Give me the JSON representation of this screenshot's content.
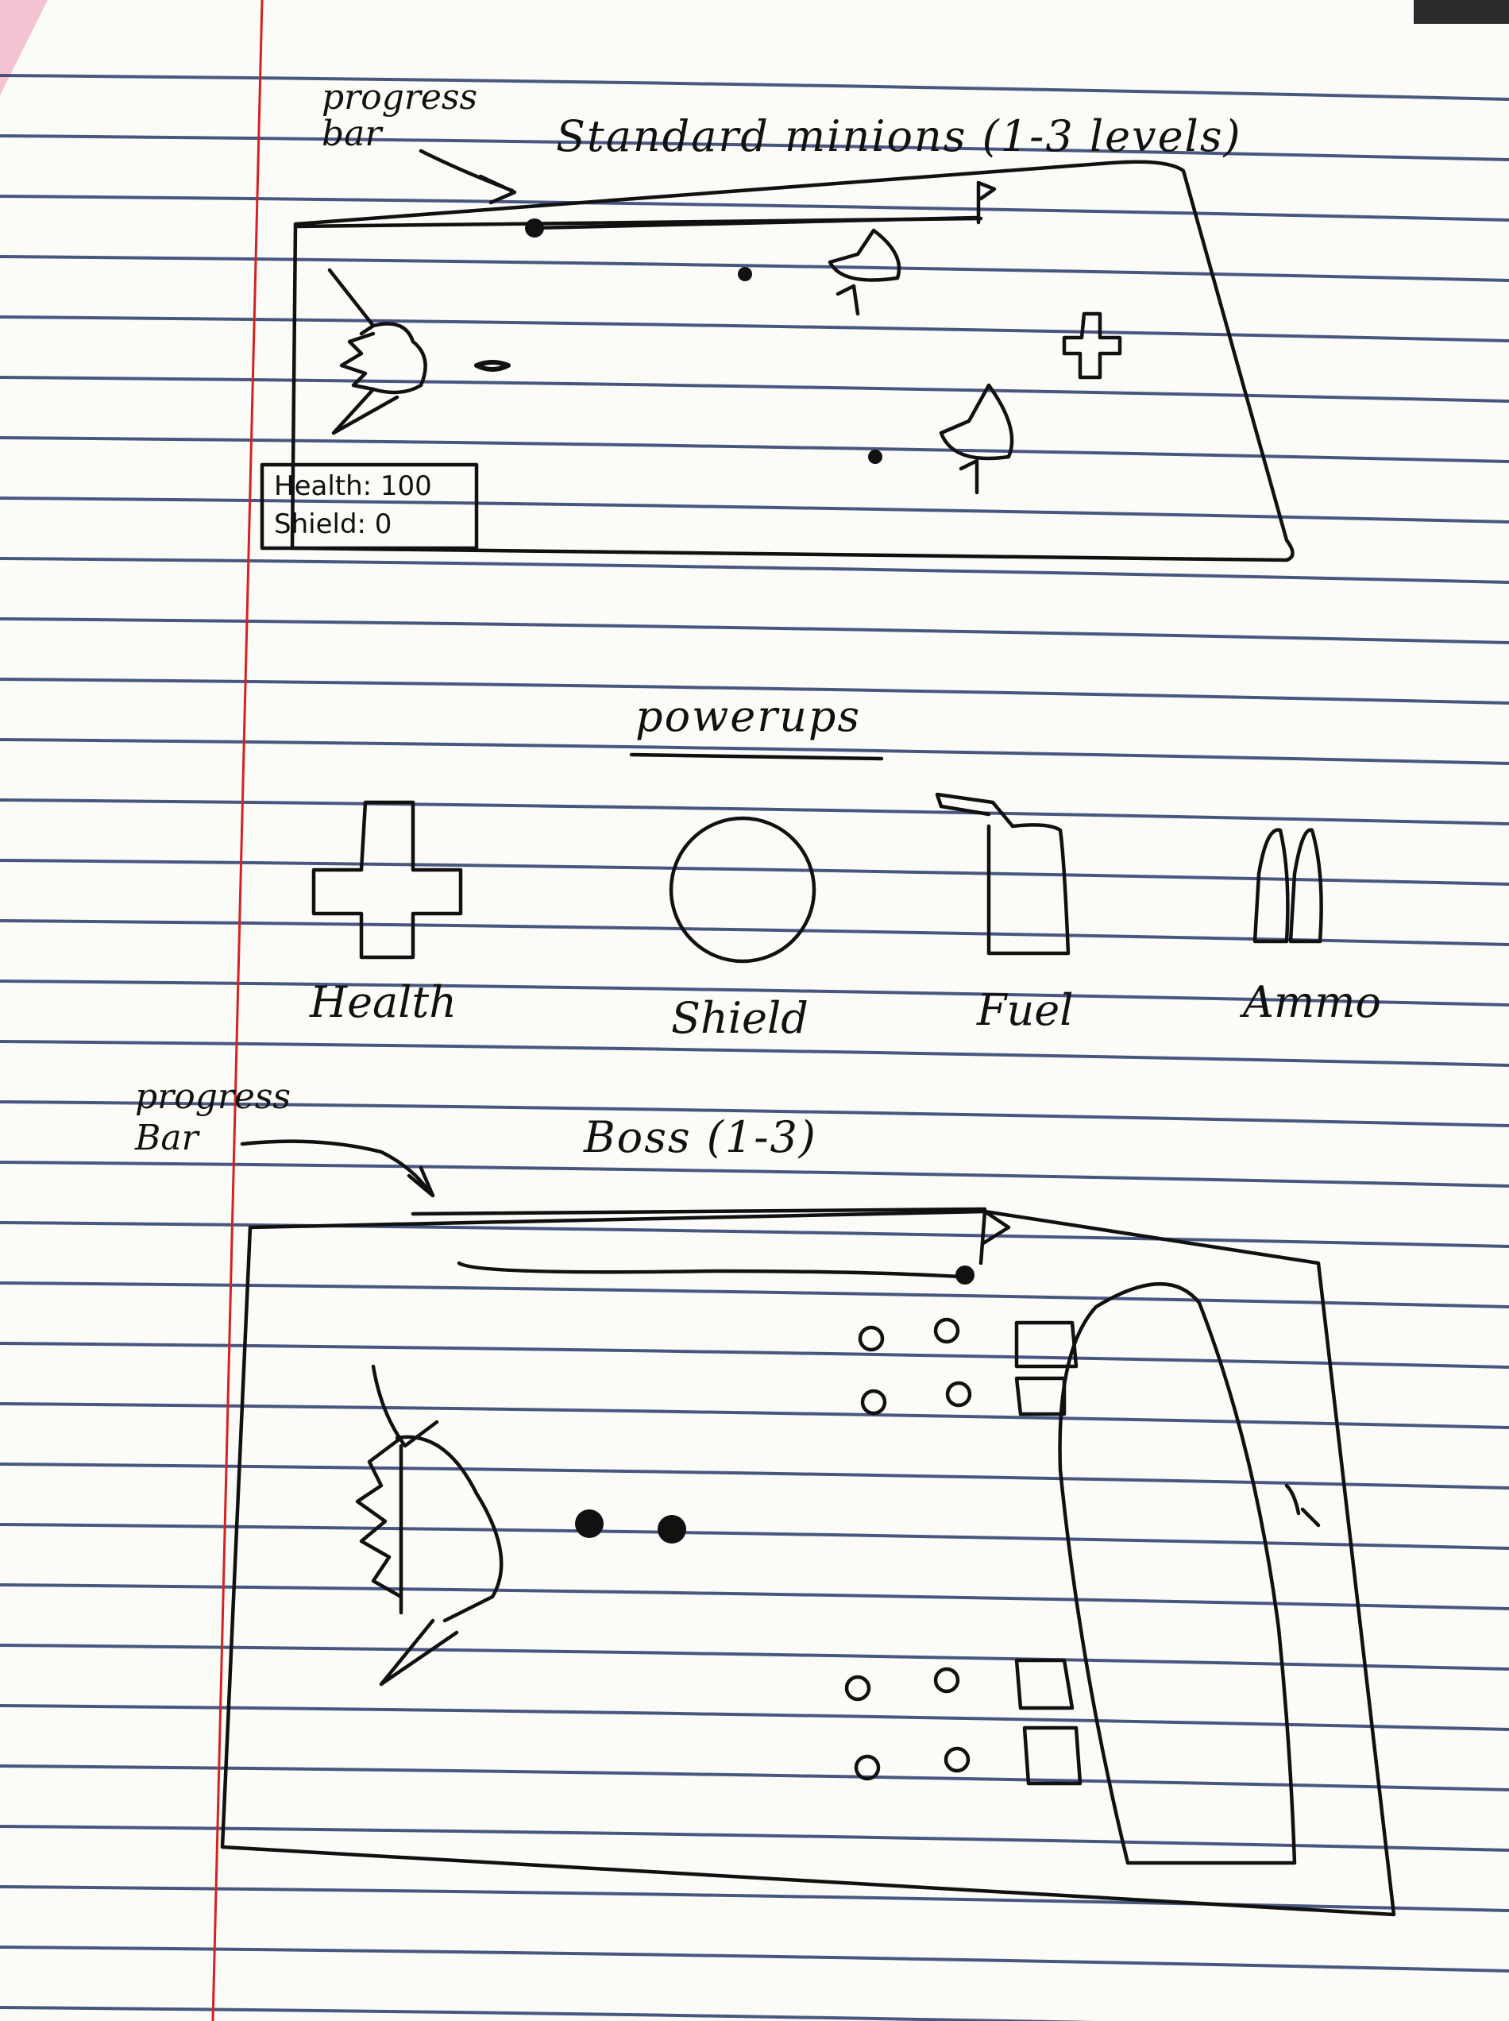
{
  "sections": {
    "standard": {
      "annotation": "progress bar",
      "title": "Standard minions (1-3 levels)",
      "hud": {
        "health": "Health: 100",
        "shield": "Shield: 0"
      }
    },
    "powerups": {
      "title": "powerups",
      "items": [
        {
          "label": "Health",
          "icon": "health-cross-icon"
        },
        {
          "label": "Shield",
          "icon": "shield-circle-icon"
        },
        {
          "label": "Fuel",
          "icon": "fuel-can-icon"
        },
        {
          "label": "Ammo",
          "icon": "ammo-bullets-icon"
        }
      ]
    },
    "boss": {
      "annotation": "progress Bar",
      "title": "Boss (1-3)"
    }
  },
  "colors": {
    "paper": "#fbfbf8",
    "rule_line": "#2a3a6a",
    "margin_line": "#d42222",
    "ink": "#111111",
    "corner_pink": "#f2c4d2"
  }
}
